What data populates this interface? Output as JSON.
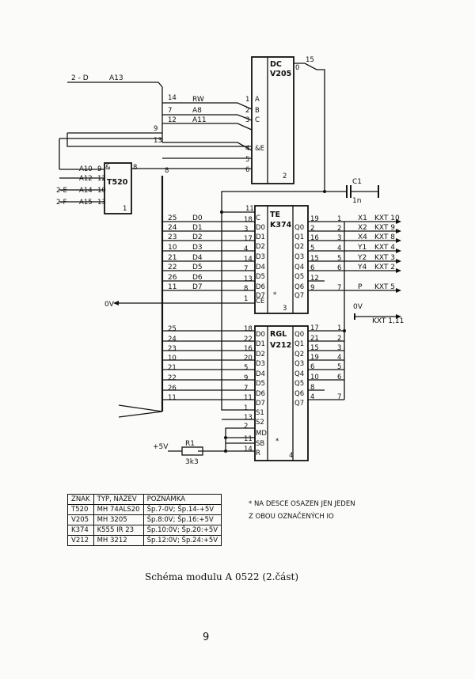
{
  "chips": {
    "dc": {
      "name": "DC",
      "type": "V205"
    },
    "t520": {
      "name": "T520"
    },
    "te": {
      "name": "TE",
      "type": "K374"
    },
    "rgl": {
      "name": "RGL",
      "type": "V212"
    }
  },
  "nets": {
    "gnd": "0V",
    "vcc": "+5V",
    "c1_name": "C1",
    "c1_value": "1n",
    "r1_name": "R1",
    "r1_value": "3k3",
    "rw": "RW",
    "a8": "A8",
    "a11": "A11",
    "a13": "A13",
    "in_2d": "2 - D",
    "in_2e": "2-E",
    "in_2f": "2-F",
    "a10": "A10",
    "a12": "A12",
    "a14": "A14",
    "a15": "A15",
    "kxt11": "KXT 1,11"
  },
  "te_inputs": [
    {
      "bus": "25",
      "sig": "D0"
    },
    {
      "bus": "24",
      "sig": "D1"
    },
    {
      "bus": "23",
      "sig": "D2"
    },
    {
      "bus": "10",
      "sig": "D3"
    },
    {
      "bus": "21",
      "sig": "D4"
    },
    {
      "bus": "22",
      "sig": "D5"
    },
    {
      "bus": "26",
      "sig": "D6"
    },
    {
      "bus": "11",
      "sig": "D7"
    }
  ],
  "te_outputs": [
    {
      "sig": "X1",
      "net": "KXT 10"
    },
    {
      "sig": "X2",
      "net": "KXT 9"
    },
    {
      "sig": "X4",
      "net": "KXT 8"
    },
    {
      "sig": "Y1",
      "net": "KXT 4"
    },
    {
      "sig": "Y2",
      "net": "KXT 3"
    },
    {
      "sig": "Y4",
      "net": "KXT 2"
    },
    {
      "sig": "",
      "net": ""
    },
    {
      "sig": "P",
      "net": "KXT 5"
    }
  ],
  "legend": {
    "headers": [
      "ZNAK",
      "TYP, NÁZEV",
      "POZNÁMKA"
    ],
    "rows": [
      [
        "T520",
        "MH 74ALS20",
        "Šp.7-0V; Šp.14-+5V"
      ],
      [
        "V205",
        "MH 3205",
        "Šp.8:0V; Šp.16:+5V"
      ],
      [
        "K374",
        "K555 IR 23",
        "Šp.10:0V; Šp.20:+5V"
      ],
      [
        "V212",
        "MH 3212",
        "Šp.12:0V; Šp.24:+5V"
      ]
    ]
  },
  "note_line1": "* NA DESCE OSAZEN JEN JEDEN",
  "note_line2": "Z OBOU OZNAČENÝCH IO",
  "caption": "Schéma modulu A 0522 (2.část)",
  "page_number": "9"
}
